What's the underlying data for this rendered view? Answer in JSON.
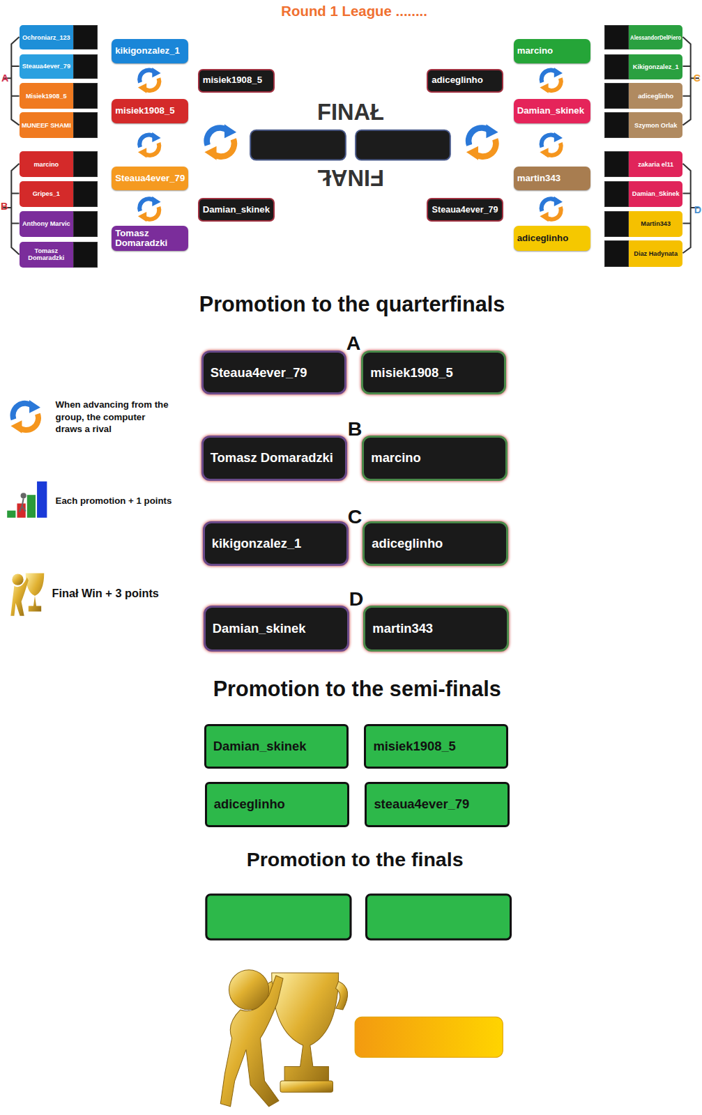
{
  "diagram": {
    "title": "Round 1 League ........",
    "nodes": [
      {
        "text": [
          "Ochroniarz_123"
        ]
      },
      {
        "text": [
          "Steaua4ever_79"
        ]
      },
      {
        "text": [
          "Misiek1908_5"
        ]
      },
      {
        "text": [
          "MUNEEF SHAMI"
        ]
      },
      {
        "text": [
          "marcino"
        ]
      },
      {
        "text": [
          "Gripes_1"
        ]
      },
      {
        "text": [
          "Anthony Marvic"
        ]
      },
      {
        "text": [
          "Tomasz Domaradzki"
        ]
      },
      {
        "text": [
          "kikigonzalez_1"
        ]
      },
      {
        "text": [
          "misiek1908_5"
        ]
      },
      {
        "text": [
          "Steaua4ever_79"
        ]
      },
      {
        "text": [
          "Tomasz Domaradzki"
        ]
      },
      {
        "text": [
          "misiek1908_5"
        ]
      },
      {
        "text": [
          "Damian_skinek"
        ]
      },
      {
        "text": [
          "marcino"
        ]
      },
      {
        "text": [
          "Damian_skinek"
        ]
      },
      {
        "text": [
          "martin343"
        ]
      },
      {
        "text": [
          "adiceglinho"
        ]
      },
      {
        "text": [
          "adiceglinho"
        ]
      },
      {
        "text": [
          "Steaua4ever_79"
        ]
      },
      {
        "text": [
          "AlessandorDelPiero"
        ]
      },
      {
        "text": [
          "Kikigonzalez_1"
        ]
      },
      {
        "text": [
          "adiceglinho"
        ]
      },
      {
        "text": [
          "Szymon Orlak"
        ]
      },
      {
        "text": [
          "zakaria el11"
        ]
      },
      {
        "text": [
          "Damian_Skinek"
        ]
      },
      {
        "text": [
          "Martin343"
        ]
      },
      {
        "text": [
          "Diaz Hadynata"
        ]
      },
      {
        "text": [
          "Steaua4ever_79"
        ]
      },
      {
        "text": [
          "misiek1908_5"
        ]
      },
      {
        "text": [
          "Tomasz Domaradzki"
        ]
      },
      {
        "text": [
          "marcino"
        ]
      },
      {
        "text": [
          "kikigonzalez_1"
        ]
      },
      {
        "text": [
          "adiceglinho"
        ]
      },
      {
        "text": [
          "Damian_skinek"
        ]
      },
      {
        "text": [
          "martin343"
        ]
      },
      {
        "text": [
          "Damian_skinek"
        ]
      },
      {
        "text": [
          "misiek1908_5"
        ]
      },
      {
        "text": [
          "adiceglinho"
        ]
      },
      {
        "text": [
          "steaua4ever_79"
        ]
      }
    ],
    "labels": [
      "A",
      "B",
      "C",
      "D",
      "FINAŁ",
      "FINAŁ",
      "Promotion to the quarterfinals",
      "A",
      "B",
      "C",
      "D",
      "Promotion to the semi-finals",
      "Promotion to the finals"
    ],
    "legend": [
      {
        "text": "When advancing from the group, the computer draws a rival"
      },
      {
        "text": "Each promotion + 1 points"
      },
      {
        "text": "Finał Win + 3 points"
      }
    ]
  }
}
